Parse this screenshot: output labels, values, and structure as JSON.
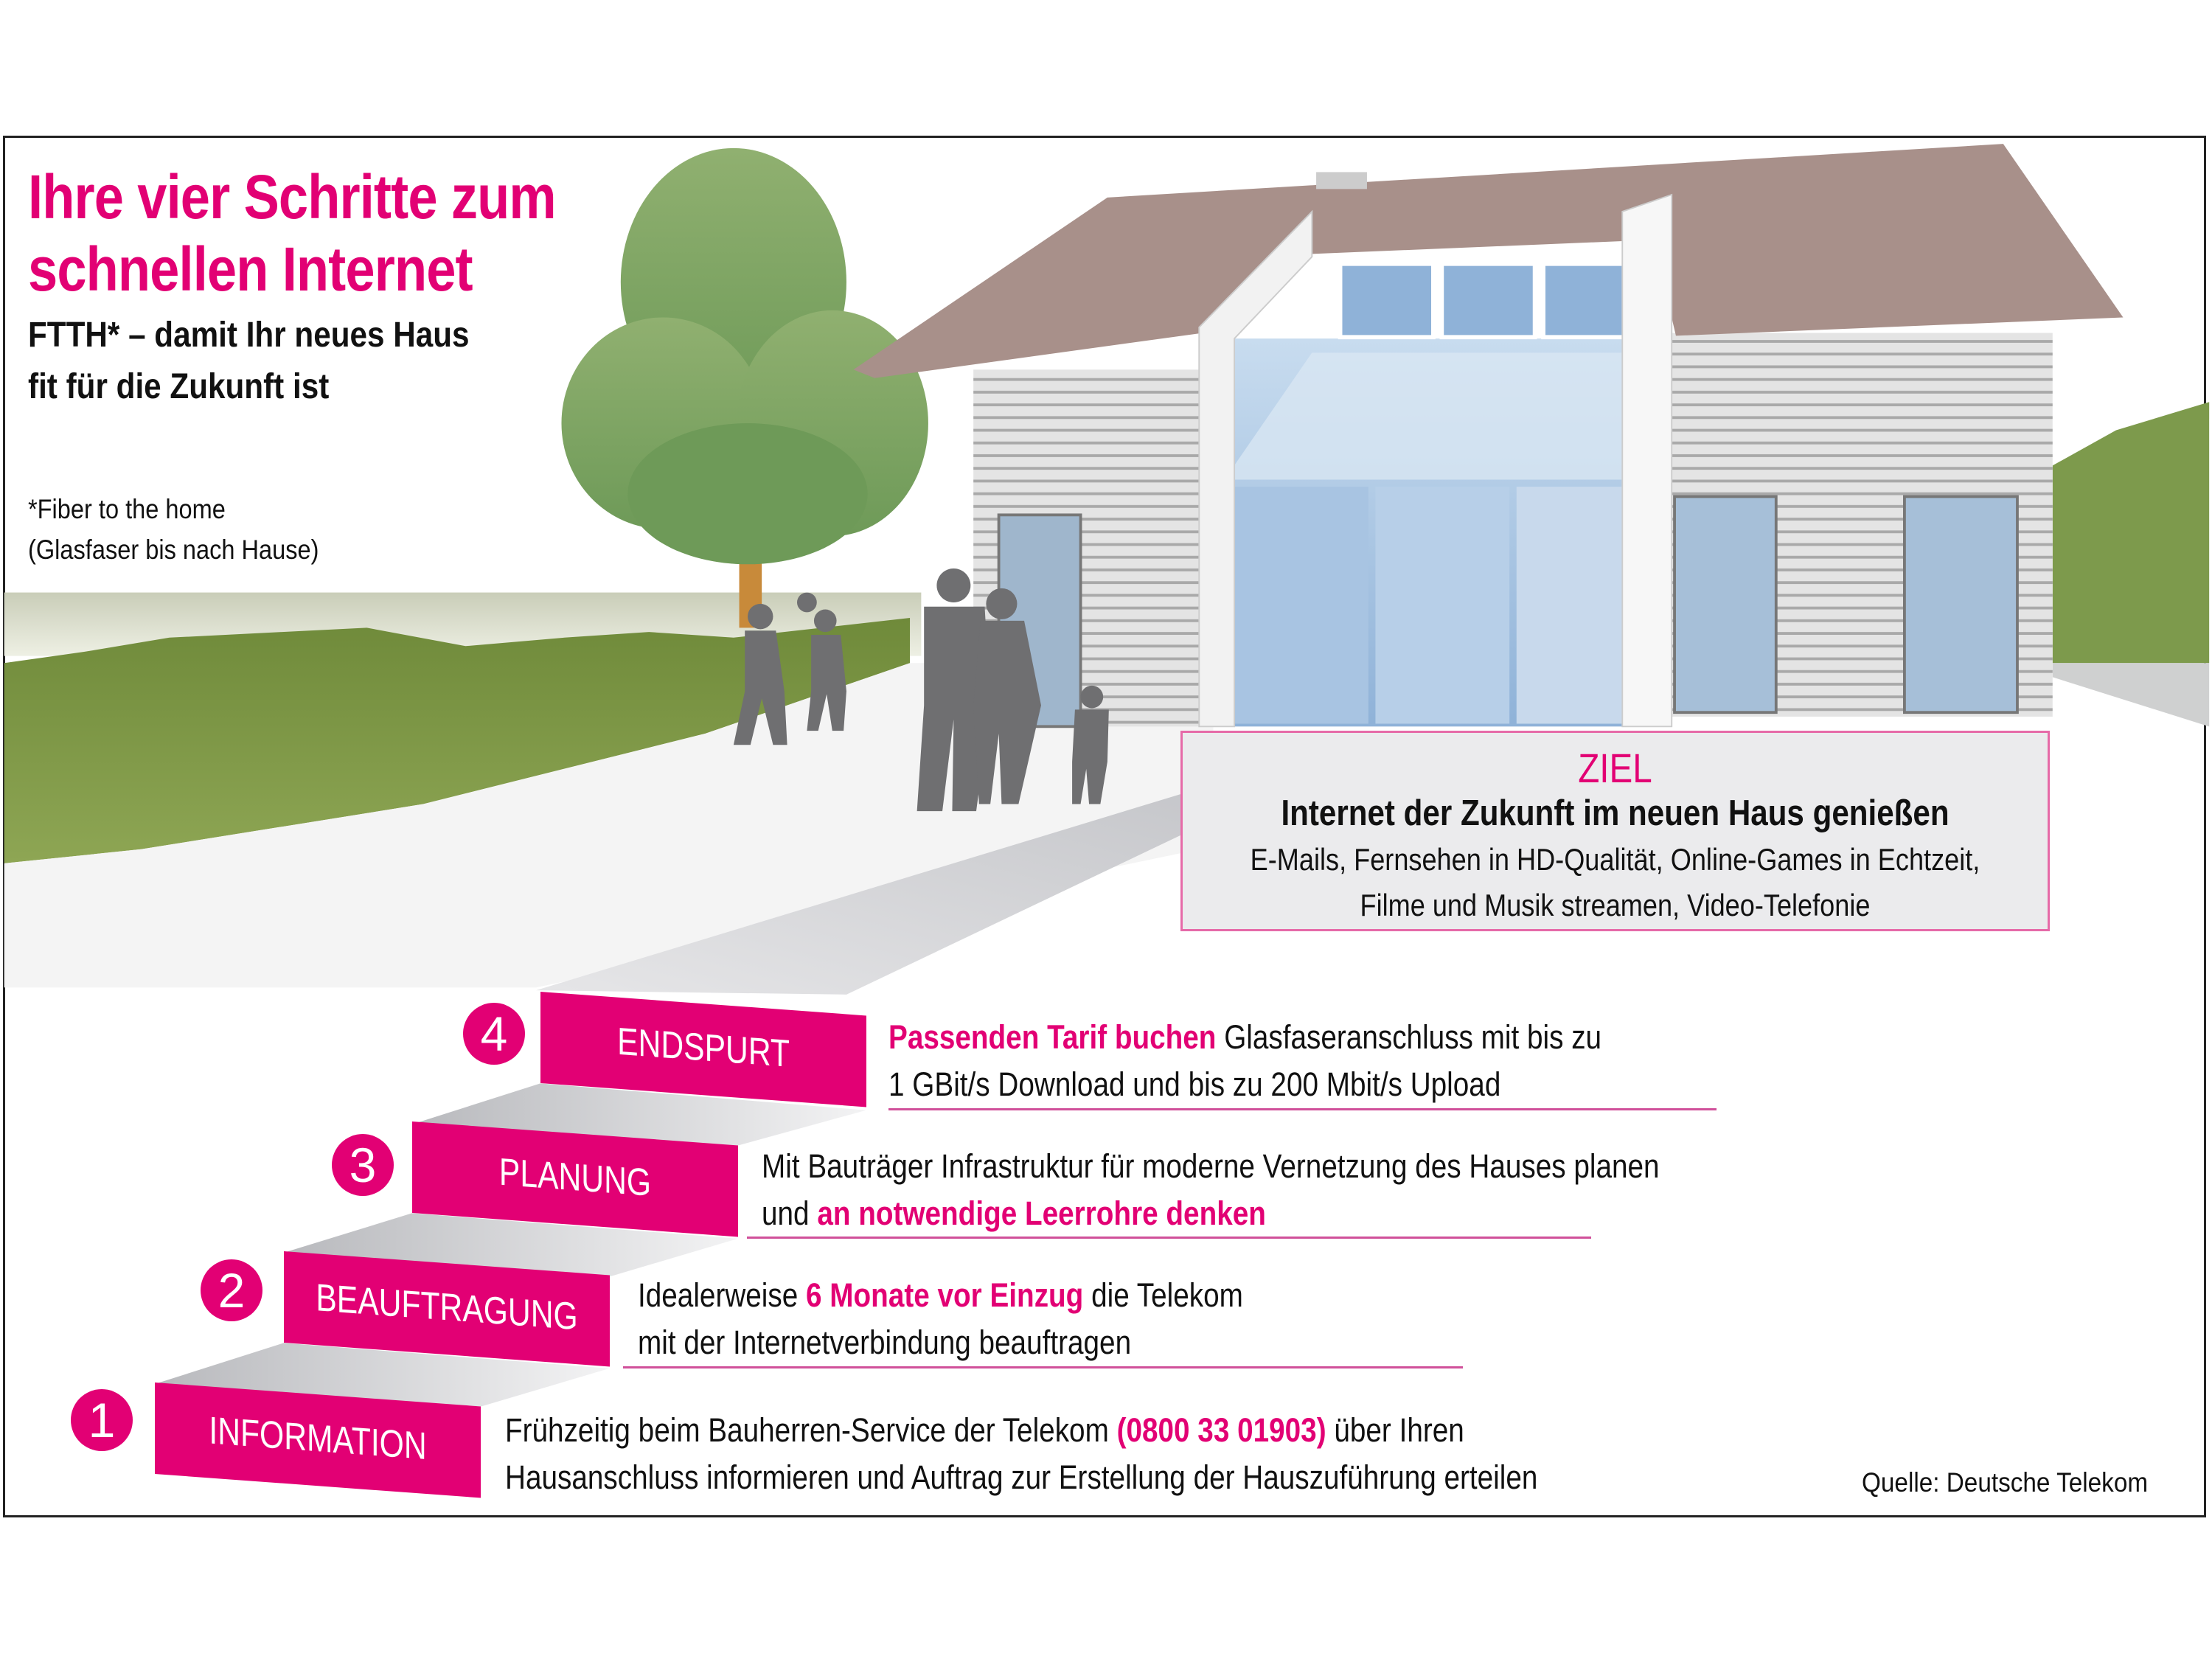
{
  "header": {
    "title_line1": "Ihre vier Schritte zum",
    "title_line2": "schnellen Internet",
    "subtitle_line1": "FTTH* – damit Ihr neues Haus",
    "subtitle_line2": "fit für die Zukunft ist",
    "footnote_line1": "*Fiber to the home",
    "footnote_line2": "(Glasfaser bis nach Hause)"
  },
  "goal": {
    "label": "ZIEL",
    "headline": "Internet der Zukunft im neuen Haus genießen",
    "line1": "E-Mails, Fernsehen in HD-Qualität, Online-Games in Echtzeit,",
    "line2": "Filme und Musik streamen, Video-Telefonie"
  },
  "steps": [
    {
      "number": "1",
      "label": "INFORMATION",
      "line1_a": "Frühzeitig beim Bauherren-Service der Telekom ",
      "line1_highlight": "(0800 33 01903)",
      "line1_b": " über Ihren",
      "line2": "Hausanschluss informieren und Auftrag zur Erstellung der Hauszuführung erteilen"
    },
    {
      "number": "2",
      "label": "BEAUFTRAGUNG",
      "line1_a": "Idealerweise ",
      "line1_highlight": "6 Monate vor Einzug",
      "line1_b": " die Telekom",
      "line2": "mit der Internetverbindung beauftragen"
    },
    {
      "number": "3",
      "label": "PLANUNG",
      "line1": "Mit Bauträger Infrastruktur für moderne Vernetzung des Hauses planen",
      "line2_a": "und ",
      "line2_highlight": "an notwendige Leerrohre denken"
    },
    {
      "number": "4",
      "label": "ENDSPURT",
      "line1_highlight": "Passenden Tarif buchen",
      "line1_b": " Glasfaseranschluss mit bis zu",
      "line2": "1 GBit/s Download und bis zu 200 Mbit/s Upload"
    }
  ],
  "source": "Quelle: Deutsche Telekom",
  "colors": {
    "accent": "#e20074",
    "goal_bg": "#ebebed",
    "roof": "#a8908a",
    "foliage": "#7fa05a"
  }
}
